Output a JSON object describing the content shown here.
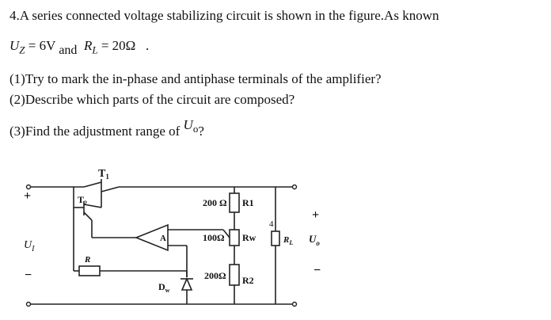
{
  "problem": {
    "title": "4.A series connected voltage stabilizing circuit is shown in the figure.As known",
    "given": {
      "uz_symbol": "U",
      "uz_sub": "Z",
      "uz_value": " = 6V",
      "and": "and",
      "rl_symbol": "R",
      "rl_sub": "L",
      "rl_value": " = 20Ω",
      "period": "."
    },
    "q1": "(1)Try to mark the in-phase and antiphase terminals of the amplifier?",
    "q2": "(2)Describe which parts of the circuit are composed?",
    "q3_text": "(3)Find the adjustment range of",
    "q3_symbol": "U",
    "q3_sub": "o",
    "q3_end": "?"
  },
  "circuit": {
    "t1": "T",
    "t1_sub": "1",
    "t2": "T",
    "t2_sub": "2",
    "plus_left": "+",
    "minus_left": "−",
    "ui": "U",
    "ui_sub": "I",
    "r_label": "R",
    "amp_label": "A",
    "dw_label": "D",
    "dw_sub": "w",
    "r1_value": "200 Ω",
    "r1_label": "R1",
    "rw_value": "100Ω",
    "rw_label": "Rw",
    "r2_value": "200Ω",
    "r2_label": "R2",
    "node4": "4",
    "rl_label": "R",
    "rl_sub": "L",
    "plus_right": "+",
    "minus_right": "−",
    "uo": "U",
    "uo_sub": "o"
  }
}
